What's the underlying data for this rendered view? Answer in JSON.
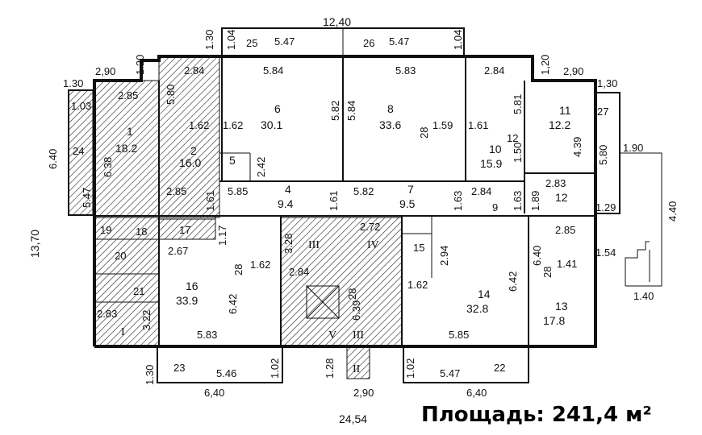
{
  "caption": "Площадь: 241,4 м²",
  "dimensions": {
    "top_total": "12,40",
    "left_total": "13,70",
    "bottom_total": "24,54",
    "d_1_30_top": "1.30",
    "d_1_04_top": "1.04",
    "d_25": "25",
    "d_5_47_a": "5.47",
    "d_26": "26",
    "d_5_47_b": "5.47",
    "d_1_04_b": "1.04",
    "d_2_90_left": "2,90",
    "d_1_20_left": "1.20",
    "d_1_30_left": "1.30",
    "d_1_20_right": "1,20",
    "d_2_90_right": "2,90",
    "d_1_30_right": "1,30",
    "d_6_40_left": "6.40",
    "d_4_40_right": "4.40",
    "d_1_90": "1.90",
    "d_1_54": "1.54",
    "d_1_40": "1.40",
    "d_1_29": "1.29",
    "d_1_30_bottom": "1.30",
    "d_6_40_bottom_left": "6,40",
    "d_1_02_a": "1.02",
    "d_1_28": "1.28",
    "d_2_90_bottom": "2,90",
    "d_1_02_b": "1.02",
    "d_6_40_bottom_right": "6,40",
    "d_23": "23",
    "d_5_46": "5.46",
    "d_5_47_bottom": "5.47",
    "d_22": "22"
  },
  "interior": {
    "w2_84": "2.84",
    "w2_85": "2.85",
    "w5_80": "5.80",
    "w1_03": "1.03",
    "w5_84_a": "5.84",
    "w5_83": "5.83",
    "w2_84_b": "2.84",
    "w6_38": "6.38",
    "w5_82": "5.82",
    "w5_84_b": "5.84",
    "w5_81": "5.81",
    "w1_62_a": "1.62",
    "w1_62_b": "1.62",
    "w2_42": "2.42",
    "w1_59": "1.59",
    "w1_61": "1.61",
    "w28_a": "28",
    "w12": "12",
    "w1_50": "1.50",
    "w4_39": "4.39",
    "w27_right": "27",
    "w5_80_right": "5.80",
    "w24": "24",
    "w5_47_left": "5.47",
    "w2_85_b": "2.85",
    "w1_61_b": "1.61",
    "w5_85": "5.85",
    "w1_61_c": "1.61",
    "w5_82_b": "5.82",
    "w1_63": "1.63",
    "w2_84_c": "2.84",
    "w1_63_b": "1.63",
    "w1_89": "1.89",
    "w2_83_b": "2.83",
    "w19": "19",
    "w18": "18",
    "w17": "17",
    "w1_17": "1.17",
    "w2_72": "2.72",
    "w3_28": "3.28",
    "w2_67": "2.67",
    "w15": "15",
    "w2_94": "2.94",
    "w6_40_mid": "6.40",
    "w2_85_c": "2.85",
    "w28_b": "28",
    "w1_62_c": "1.62",
    "w2_84_d": "2.84",
    "w1_62_d": "1.62",
    "w6_42_a": "6.42",
    "w6_42_b": "6.42",
    "w28_c": "28",
    "w1_41": "1.41",
    "w28_d": "28",
    "w20": "20",
    "w21": "21",
    "w2_83_c": "2.83",
    "w3_22": "3.22",
    "w5_83_b": "5.83",
    "w5_85_b": "5.85",
    "w6_39": "6.39",
    "w9": "9"
  },
  "rooms": {
    "r1": {
      "num": "1",
      "area": "18.2"
    },
    "r2": {
      "num": "2",
      "area": "16.0"
    },
    "r4": {
      "num": "4",
      "area": "9.4"
    },
    "r5": {
      "num": "5"
    },
    "r6": {
      "num": "6",
      "area": "30.1"
    },
    "r7": {
      "num": "7",
      "area": "9.5"
    },
    "r8": {
      "num": "8",
      "area": "33.6"
    },
    "r10": {
      "num": "10",
      "area": "15.9"
    },
    "r11": {
      "num": "11",
      "area": "12.2"
    },
    "r12": {
      "num": "12"
    },
    "r13": {
      "num": "13",
      "area": "17.8"
    },
    "r14": {
      "num": "14",
      "area": "32.8"
    },
    "r16": {
      "num": "16",
      "area": "33.9"
    },
    "rI": {
      "num": "I"
    },
    "rII": {
      "num": "II"
    },
    "rIII": {
      "num": "III"
    },
    "rIV": {
      "num": "IV"
    },
    "rV": {
      "num": "V"
    },
    "rIII_b": {
      "num": "III"
    }
  }
}
